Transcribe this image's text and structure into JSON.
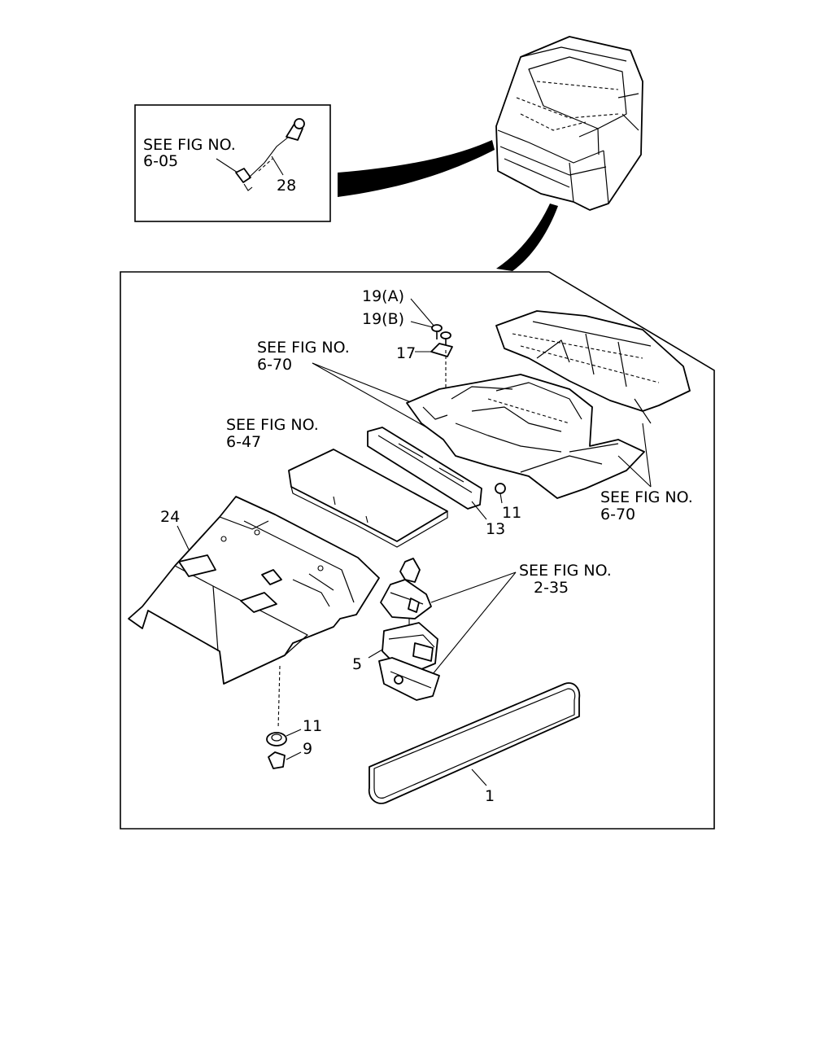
{
  "inset": {
    "ref_line1": "SEE FIG NO.",
    "ref_line2": "6-05",
    "part_28": "28"
  },
  "main": {
    "label_19a": "19(A)",
    "label_19b": "19(B)",
    "label_17": "17",
    "ref_670_top_line1": "SEE FIG NO.",
    "ref_670_top_line2": "6-70",
    "ref_647_line1": "SEE FIG NO.",
    "ref_647_line2": "6-47",
    "ref_670_right_line1": "SEE FIG NO.",
    "ref_670_right_line2": "6-70",
    "ref_235_line1": "SEE FIG NO.",
    "ref_235_line2": "2-35",
    "label_24": "24",
    "label_11_upper": "11",
    "label_13": "13",
    "label_5": "5",
    "label_11_lower": "11",
    "label_9": "9",
    "label_1": "1"
  }
}
